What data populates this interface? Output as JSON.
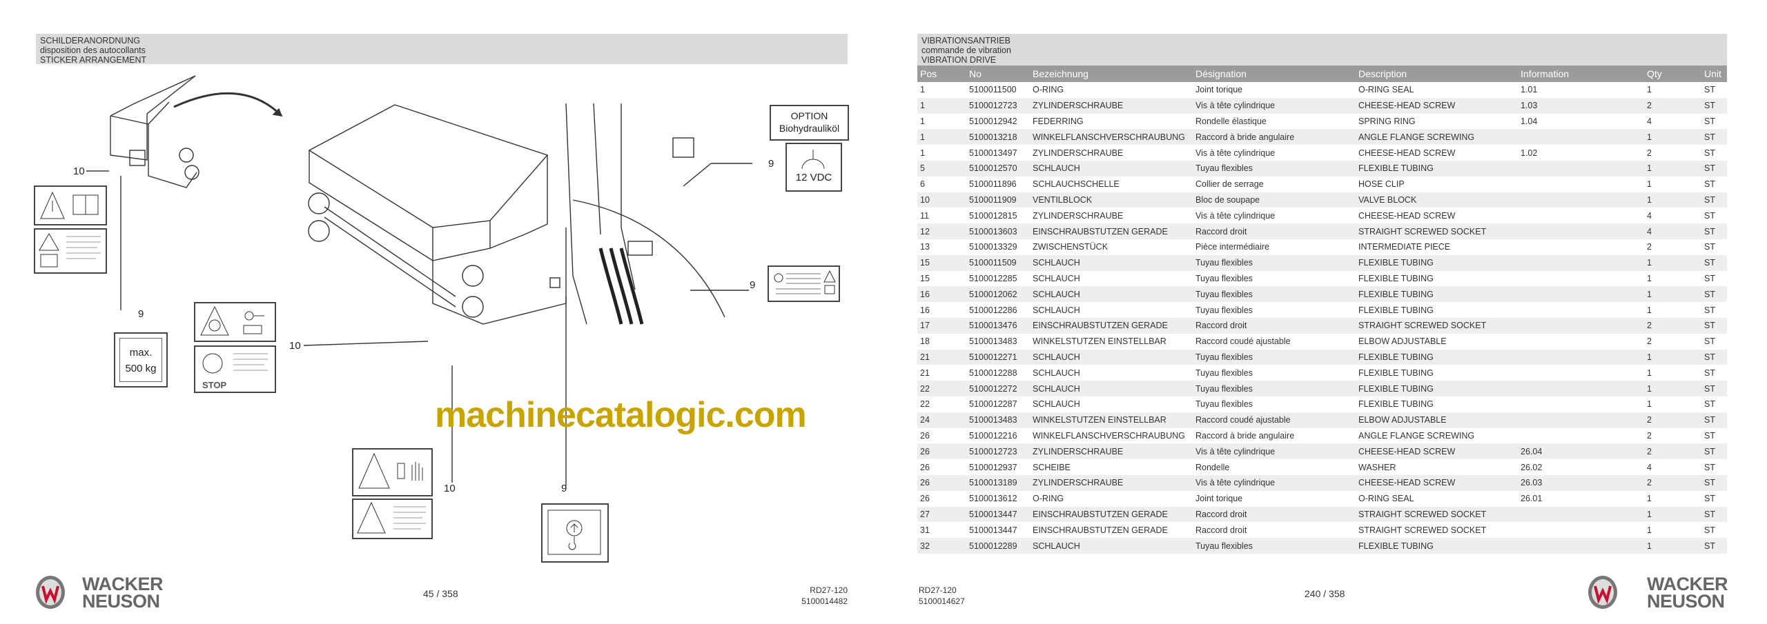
{
  "left_page": {
    "title": [
      "SCHILDERANORDNUNG",
      "disposition des autocollants",
      "STICKER ARRANGEMENT"
    ],
    "callouts": {
      "c10a": "10",
      "c9a": "9",
      "c10b": "10",
      "c9b": "9",
      "c9c": "9",
      "c10c": "10",
      "c9d": "9"
    },
    "option_label": "OPTION",
    "option_text": "Biohydrauliköl",
    "voltage": "12 VDC",
    "max_label": "max.",
    "max_value": "500 kg",
    "stop_label": "STOP",
    "page_number": "45 / 358",
    "doc_model": "RD27-120",
    "doc_number": "5100014482"
  },
  "right_page": {
    "title": [
      "VIBRATIONSANTRIEB",
      "commande de vibration",
      "VIBRATION DRIVE"
    ],
    "columns": [
      "Pos",
      "No",
      "Bezeichnung",
      "Désignation",
      "Description",
      "Information",
      "Qty",
      "Unit"
    ],
    "rows": [
      [
        "1",
        "5100011500",
        "O-RING",
        "Joint torique",
        "O-RING SEAL",
        "1.01",
        "1",
        "ST"
      ],
      [
        "1",
        "5100012723",
        "ZYLINDERSCHRAUBE",
        "Vis à tête cylindrique",
        "CHEESE-HEAD SCREW",
        "1.03",
        "2",
        "ST"
      ],
      [
        "1",
        "5100012942",
        "FEDERRING",
        "Rondelle élastique",
        "SPRING RING",
        "1.04",
        "4",
        "ST"
      ],
      [
        "1",
        "5100013218",
        "WINKELFLANSCHVERSCHRAUBUNG",
        "Raccord à bride angulaire",
        "ANGLE FLANGE SCREWING",
        "",
        "1",
        "ST"
      ],
      [
        "1",
        "5100013497",
        "ZYLINDERSCHRAUBE",
        "Vis à tête cylindrique",
        "CHEESE-HEAD SCREW",
        "1.02",
        "2",
        "ST"
      ],
      [
        "5",
        "5100012570",
        "SCHLAUCH",
        "Tuyau flexibles",
        "FLEXIBLE TUBING",
        "",
        "1",
        "ST"
      ],
      [
        "6",
        "5100011896",
        "SCHLAUCHSCHELLE",
        "Collier de serrage",
        "HOSE CLIP",
        "",
        "1",
        "ST"
      ],
      [
        "10",
        "5100011909",
        "VENTILBLOCK",
        "Bloc de soupape",
        "VALVE BLOCK",
        "",
        "1",
        "ST"
      ],
      [
        "11",
        "5100012815",
        "ZYLINDERSCHRAUBE",
        "Vis à tête cylindrique",
        "CHEESE-HEAD SCREW",
        "",
        "4",
        "ST"
      ],
      [
        "12",
        "5100013603",
        "EINSCHRAUBSTUTZEN GERADE",
        "Raccord droit",
        "STRAIGHT SCREWED SOCKET",
        "",
        "4",
        "ST"
      ],
      [
        "13",
        "5100013329",
        "ZWISCHENSTÜCK",
        "Pièce intermédiaire",
        "INTERMEDIATE PIECE",
        "",
        "2",
        "ST"
      ],
      [
        "15",
        "5100011509",
        "SCHLAUCH",
        "Tuyau flexibles",
        "FLEXIBLE TUBING",
        "",
        "1",
        "ST"
      ],
      [
        "15",
        "5100012285",
        "SCHLAUCH",
        "Tuyau flexibles",
        "FLEXIBLE TUBING",
        "",
        "1",
        "ST"
      ],
      [
        "16",
        "5100012062",
        "SCHLAUCH",
        "Tuyau flexibles",
        "FLEXIBLE TUBING",
        "",
        "1",
        "ST"
      ],
      [
        "16",
        "5100012286",
        "SCHLAUCH",
        "Tuyau flexibles",
        "FLEXIBLE TUBING",
        "",
        "1",
        "ST"
      ],
      [
        "17",
        "5100013476",
        "EINSCHRAUBSTUTZEN GERADE",
        "Raccord droit",
        "STRAIGHT SCREWED SOCKET",
        "",
        "2",
        "ST"
      ],
      [
        "18",
        "5100013483",
        "WINKELSTUTZEN EINSTELLBAR",
        "Raccord coudé ajustable",
        "ELBOW ADJUSTABLE",
        "",
        "2",
        "ST"
      ],
      [
        "21",
        "5100012271",
        "SCHLAUCH",
        "Tuyau flexibles",
        "FLEXIBLE TUBING",
        "",
        "1",
        "ST"
      ],
      [
        "21",
        "5100012288",
        "SCHLAUCH",
        "Tuyau flexibles",
        "FLEXIBLE TUBING",
        "",
        "1",
        "ST"
      ],
      [
        "22",
        "5100012272",
        "SCHLAUCH",
        "Tuyau flexibles",
        "FLEXIBLE TUBING",
        "",
        "1",
        "ST"
      ],
      [
        "22",
        "5100012287",
        "SCHLAUCH",
        "Tuyau flexibles",
        "FLEXIBLE TUBING",
        "",
        "1",
        "ST"
      ],
      [
        "24",
        "5100013483",
        "WINKELSTUTZEN EINSTELLBAR",
        "Raccord coudé ajustable",
        "ELBOW ADJUSTABLE",
        "",
        "2",
        "ST"
      ],
      [
        "26",
        "5100012216",
        "WINKELFLANSCHVERSCHRAUBUNG",
        "Raccord à bride angulaire",
        "ANGLE FLANGE SCREWING",
        "",
        "2",
        "ST"
      ],
      [
        "26",
        "5100012723",
        "ZYLINDERSCHRAUBE",
        "Vis à tête cylindrique",
        "CHEESE-HEAD SCREW",
        "26.04",
        "2",
        "ST"
      ],
      [
        "26",
        "5100012937",
        "SCHEIBE",
        "Rondelle",
        "WASHER",
        "26.02",
        "4",
        "ST"
      ],
      [
        "26",
        "5100013189",
        "ZYLINDERSCHRAUBE",
        "Vis à tête cylindrique",
        "CHEESE-HEAD SCREW",
        "26.03",
        "2",
        "ST"
      ],
      [
        "26",
        "5100013612",
        "O-RING",
        "Joint torique",
        "O-RING SEAL",
        "26.01",
        "1",
        "ST"
      ],
      [
        "27",
        "5100013447",
        "EINSCHRAUBSTUTZEN GERADE",
        "Raccord droit",
        "STRAIGHT SCREWED SOCKET",
        "",
        "1",
        "ST"
      ],
      [
        "31",
        "5100013447",
        "EINSCHRAUBSTUTZEN GERADE",
        "Raccord droit",
        "STRAIGHT SCREWED SOCKET",
        "",
        "1",
        "ST"
      ],
      [
        "32",
        "5100012289",
        "SCHLAUCH",
        "Tuyau flexibles",
        "FLEXIBLE TUBING",
        "",
        "1",
        "ST"
      ]
    ],
    "page_number": "240 / 358",
    "doc_model": "RD27-120",
    "doc_number": "5100014627"
  },
  "brand": {
    "line1": "WACKER",
    "line2": "NEUSON",
    "color": "#c8102e"
  },
  "watermark": "machinecatalogic.com"
}
